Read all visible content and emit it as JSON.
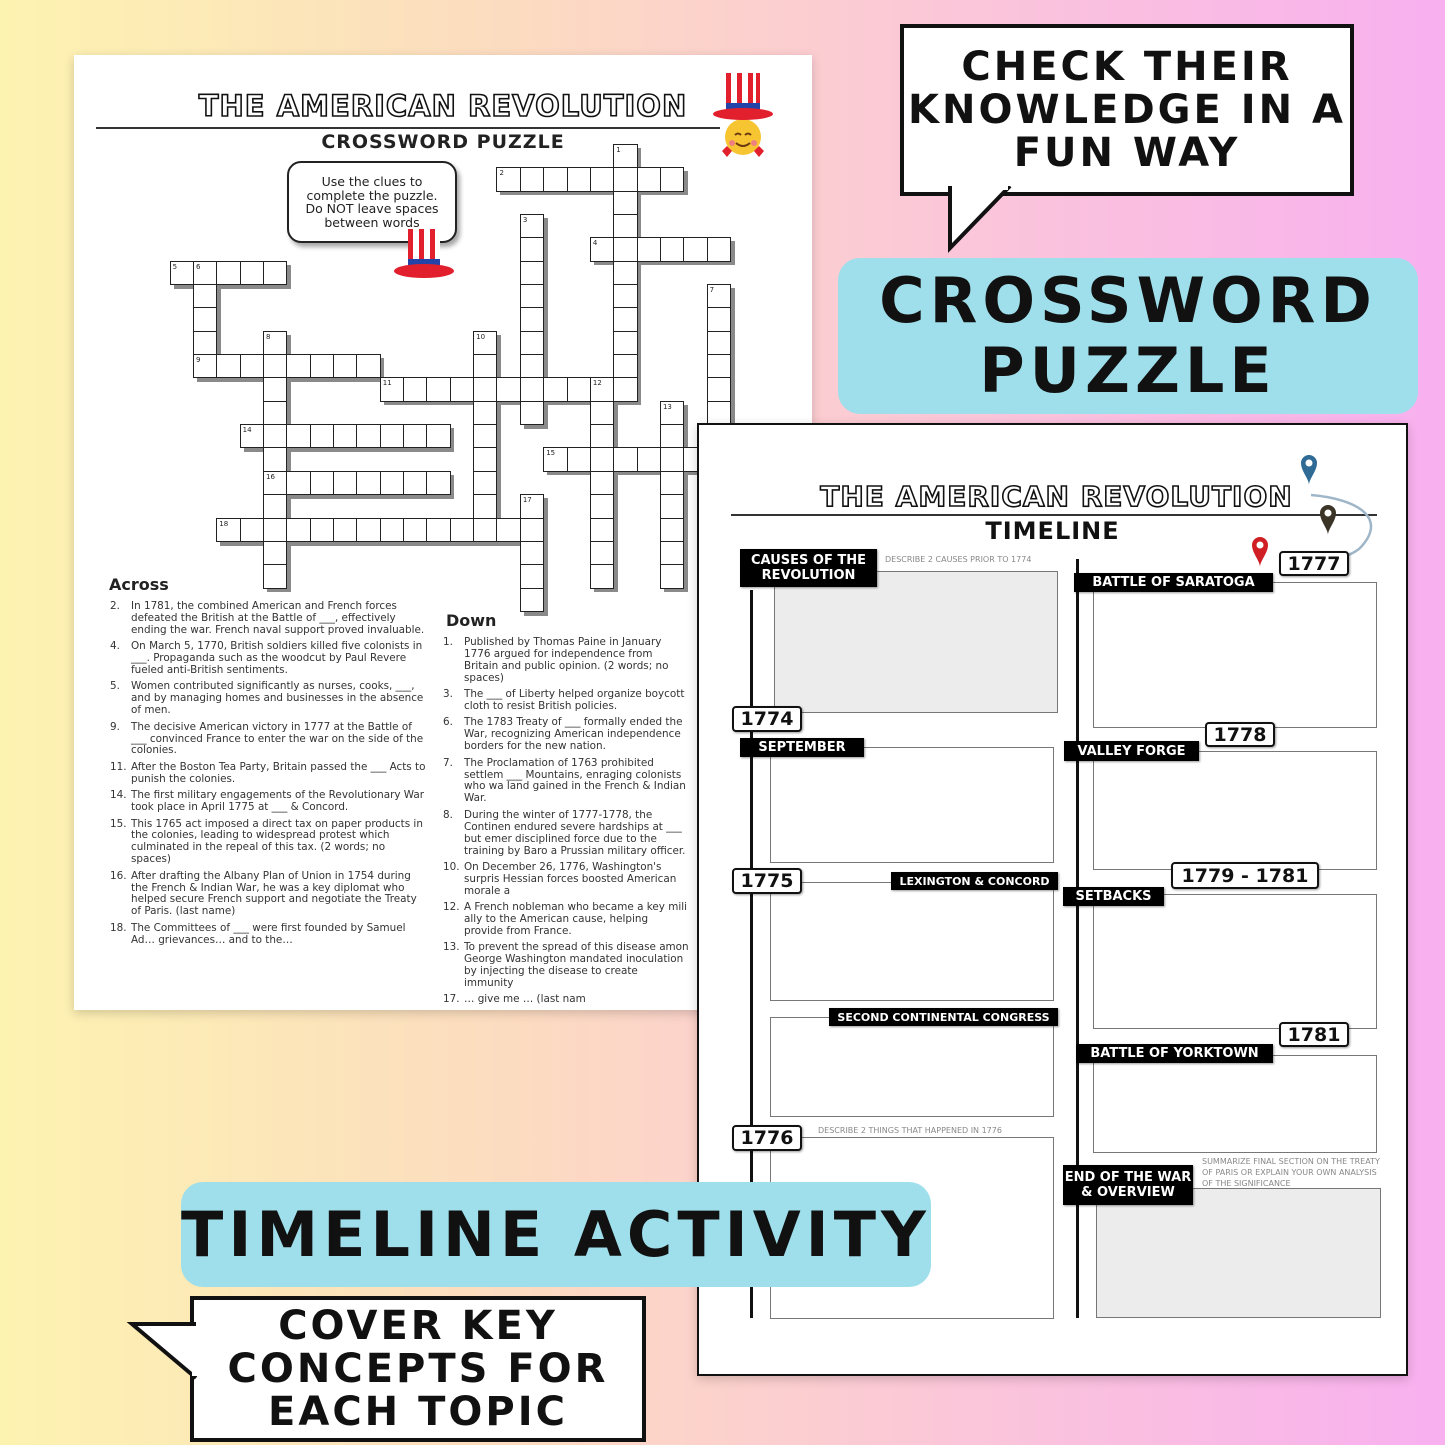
{
  "crossword_page": {
    "title": "THE AMERICAN REVOLUTION",
    "subtitle": "CROSSWORD PUZZLE",
    "instructions": "Use the clues to complete the puzzle. Do NOT leave spaces between words",
    "grid_words": [
      {
        "num": "1",
        "dir": "down",
        "row": -5,
        "col": 19,
        "len": 11
      },
      {
        "num": "2",
        "dir": "across",
        "row": -4,
        "col": 14,
        "len": 8
      },
      {
        "num": "3",
        "dir": "down",
        "row": -2,
        "col": 15,
        "len": 9
      },
      {
        "num": "4",
        "dir": "across",
        "row": -1,
        "col": 18,
        "len": 6
      },
      {
        "num": "5",
        "dir": "across",
        "row": 0,
        "col": 0,
        "len": 5
      },
      {
        "num": "6",
        "dir": "down",
        "row": 0,
        "col": 1,
        "len": 5
      },
      {
        "num": "7",
        "dir": "down",
        "row": 1,
        "col": 23,
        "len": 6
      },
      {
        "num": "8",
        "dir": "down",
        "row": 3,
        "col": 4,
        "len": 11
      },
      {
        "num": "9",
        "dir": "across",
        "row": 4,
        "col": 1,
        "len": 8
      },
      {
        "num": "10",
        "dir": "down",
        "row": 3,
        "col": 13,
        "len": 9
      },
      {
        "num": "11",
        "dir": "across",
        "row": 5,
        "col": 9,
        "len": 11
      },
      {
        "num": "12",
        "dir": "down",
        "row": 5,
        "col": 18,
        "len": 9
      },
      {
        "num": "13",
        "dir": "down",
        "row": 6,
        "col": 21,
        "len": 8
      },
      {
        "num": "14",
        "dir": "across",
        "row": 7,
        "col": 3,
        "len": 9
      },
      {
        "num": "15",
        "dir": "across",
        "row": 8,
        "col": 16,
        "len": 7
      },
      {
        "num": "16",
        "dir": "across",
        "row": 9,
        "col": 4,
        "len": 8
      },
      {
        "num": "17",
        "dir": "down",
        "row": 10,
        "col": 15,
        "len": 5
      },
      {
        "num": "18",
        "dir": "across",
        "row": 11,
        "col": 2,
        "len": 14
      }
    ],
    "across_heading": "Across",
    "across_clues": [
      {
        "num": "2.",
        "text": "In 1781, the combined American and French forces defeated the British at the Battle of ___, effectively ending the war. French naval support proved invaluable."
      },
      {
        "num": "4.",
        "text": "On March 5, 1770, British soldiers killed five colonists in ___. Propaganda such as the woodcut by Paul Revere fueled anti-British sentiments."
      },
      {
        "num": "5.",
        "text": "Women contributed significantly as nurses, cooks, ___, and by managing homes and businesses in the absence of men."
      },
      {
        "num": "9.",
        "text": "The decisive American victory in 1777 at the Battle of ___ convinced France to enter the war on the side of the colonies."
      },
      {
        "num": "11.",
        "text": "After the Boston Tea Party, Britain passed the ___ Acts to punish the colonies."
      },
      {
        "num": "14.",
        "text": "The first military engagements of the Revolutionary War took place in April 1775 at ___ & Concord."
      },
      {
        "num": "15.",
        "text": "This 1765 act imposed a direct tax on paper products in the colonies, leading to widespread protest which culminated in the repeal of this tax. (2 words; no spaces)"
      },
      {
        "num": "16.",
        "text": "After drafting the Albany Plan of Union in 1754 during the French & Indian War, he was a key diplomat who helped secure French support and negotiate the Treaty of Paris. (last name)"
      },
      {
        "num": "18.",
        "text": "The Committees of ___ were first founded by Samuel Ad… grievances… and to the…"
      }
    ],
    "down_heading": "Down",
    "down_clues": [
      {
        "num": "1.",
        "text": "Published by Thomas Paine in January 1776 argued for independence from Britain and public opinion. (2 words; no spaces)"
      },
      {
        "num": "3.",
        "text": "The ___ of Liberty helped organize boycott cloth to resist British policies."
      },
      {
        "num": "6.",
        "text": "The 1783 Treaty of ___ formally ended the War, recognizing American independence borders for the new nation."
      },
      {
        "num": "7.",
        "text": "The Proclamation of 1763 prohibited settlem ___ Mountains, enraging colonists who wa land gained in the French & Indian War."
      },
      {
        "num": "8.",
        "text": "During the winter of 1777-1778, the Continen endured severe hardships at ___ but emer disciplined force due to the training by Baro a Prussian military officer."
      },
      {
        "num": "10.",
        "text": "On December 26, 1776, Washington's surpris Hessian forces boosted American morale a"
      },
      {
        "num": "12.",
        "text": "A French nobleman who became a key mili ally to the American cause, helping provide from France."
      },
      {
        "num": "13.",
        "text": "To prevent the spread of this disease amon George Washington mandated inoculation by injecting the disease to create immunity"
      },
      {
        "num": "17.",
        "text": "… give me … (last nam"
      }
    ]
  },
  "timeline_page": {
    "title": "THE AMERICAN REVOLUTION",
    "subtitle": "TIMELINE",
    "sections": {
      "causes": {
        "label": "CAUSES OF THE REVOLUTION",
        "note": "DESCRIBE 2 CAUSES PRIOR TO 1774"
      },
      "september": {
        "year": "1774",
        "label": "SEPTEMBER"
      },
      "lexington": {
        "year": "1775",
        "label": "LEXINGTON & CONCORD"
      },
      "congress": {
        "label": "SECOND CONTINENTAL CONGRESS"
      },
      "y1776": {
        "year": "1776",
        "note": "DESCRIBE 2 THINGS THAT HAPPENED IN 1776"
      },
      "saratoga": {
        "year": "1777",
        "label": "BATTLE OF SARATOGA"
      },
      "valley_forge": {
        "year": "1778",
        "label": "VALLEY FORGE"
      },
      "setbacks": {
        "year": "1779 - 1781",
        "label": "SETBACKS"
      },
      "yorktown": {
        "year": "1781",
        "label": "BATTLE OF YORKTOWN"
      },
      "end": {
        "label": "END OF THE WAR & OVERVIEW",
        "note": "SUMMARIZE FINAL SECTION ON THE TREATY OF PARIS OR EXPLAIN YOUR OWN ANALYSIS OF THE SIGNIFICANCE"
      }
    }
  },
  "callouts": {
    "top_right": [
      "CHECK THEIR",
      "KNOWLEDGE IN A",
      "FUN WAY"
    ],
    "bottom_left": [
      "COVER KEY",
      "CONCEPTS FOR",
      "EACH TOPIC"
    ]
  },
  "banners": {
    "crossword": "CROSSWORD PUZZLE",
    "timeline": "TIMELINE ACTIVITY"
  },
  "colors": {
    "banner": "#9fdfeb",
    "pin_blue": "#2f6b95",
    "pin_dark": "#3a3526",
    "pin_red": "#d01f24"
  }
}
